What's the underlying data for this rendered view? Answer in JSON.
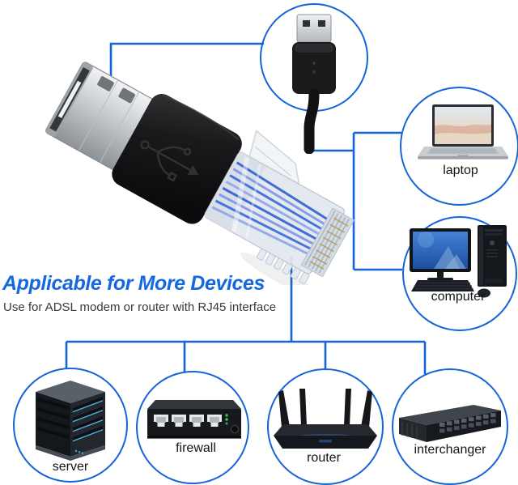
{
  "heading": {
    "title": "Applicable for More Devices",
    "subtitle": "Use for ADSL modem or router with RJ45 interface"
  },
  "colors": {
    "accent_blue": "#1565d8",
    "heading_blue": "#1568dd",
    "label_color": "#141414",
    "background": "#ffffff"
  },
  "devices": {
    "usb_plug": {
      "icon": "usb-plug-icon"
    },
    "laptop": {
      "icon": "laptop-icon",
      "label": "laptop"
    },
    "computer": {
      "icon": "desktop-computer-icon",
      "label": "computer"
    },
    "server": {
      "icon": "server-icon",
      "label": "server"
    },
    "firewall": {
      "icon": "firewall-icon",
      "label": "firewall"
    },
    "router": {
      "icon": "router-icon",
      "label": "router"
    },
    "interchanger": {
      "icon": "interchanger-icon",
      "label": "interchanger"
    }
  },
  "product": {
    "icon": "usb-female-to-rj45-adapter"
  }
}
